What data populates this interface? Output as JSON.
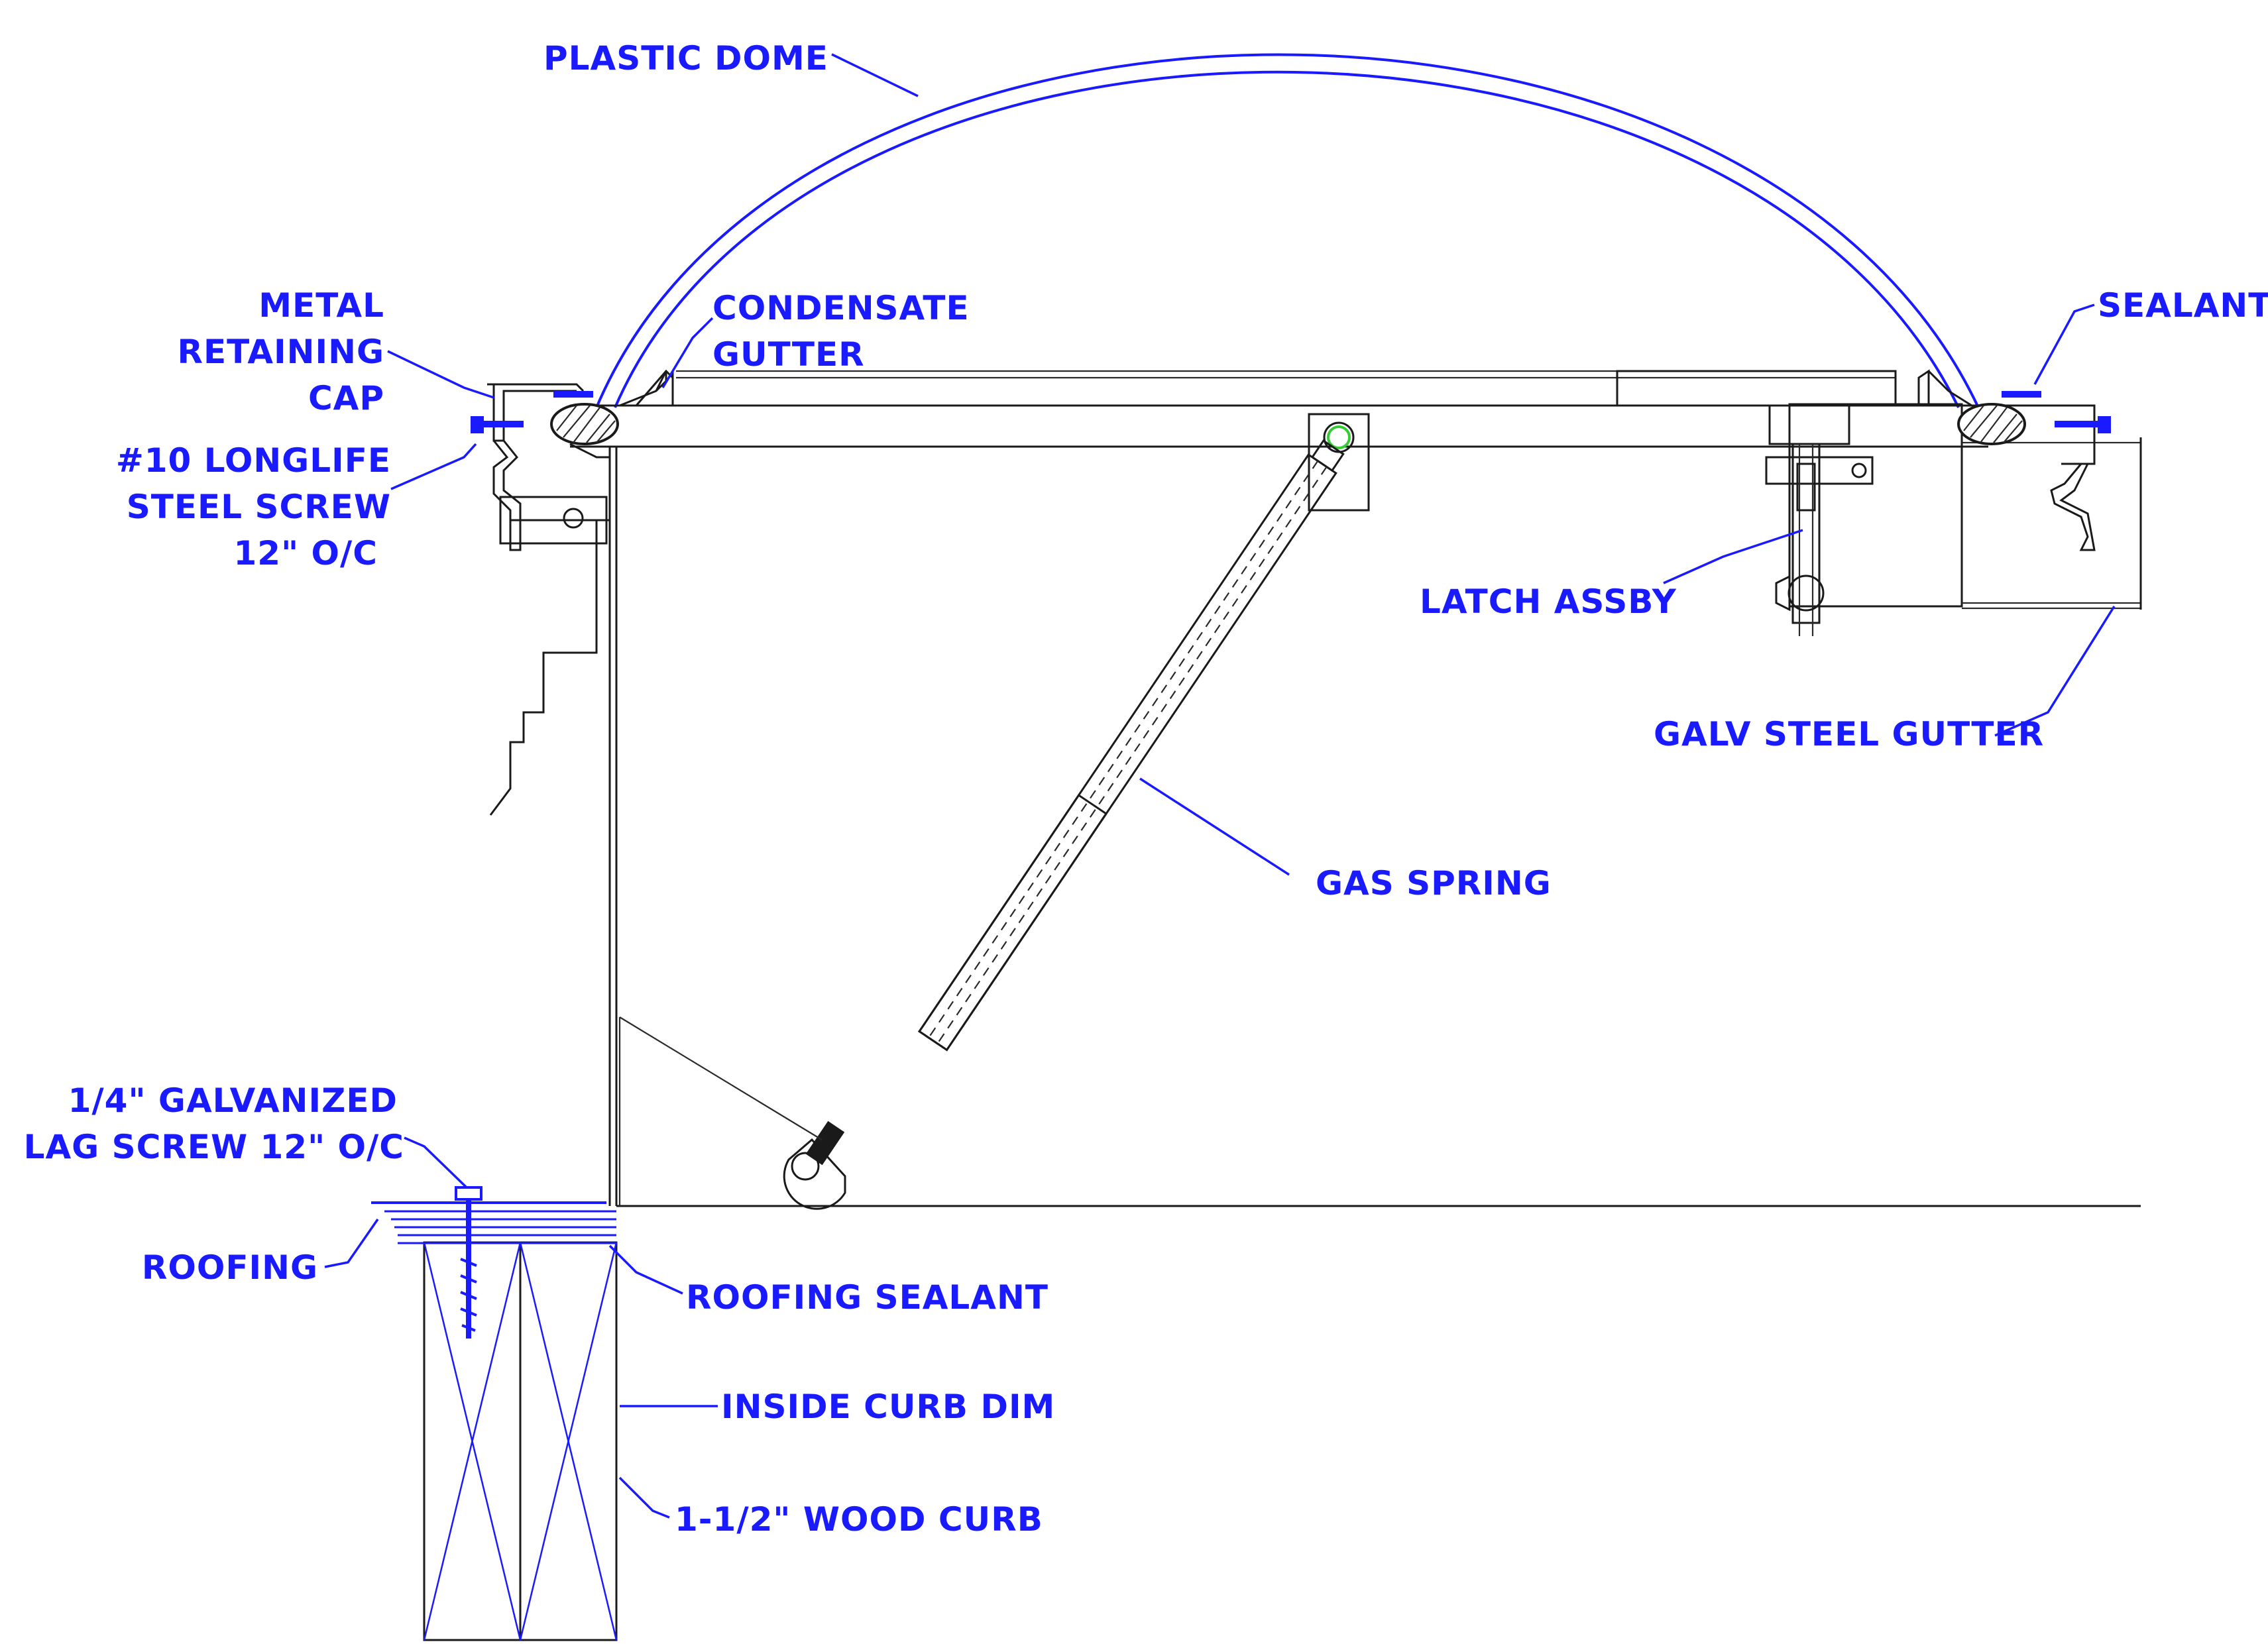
{
  "labels": {
    "plastic_dome": "PLASTIC DOME",
    "metal_retaining_cap_1": "METAL",
    "metal_retaining_cap_2": "RETAINING",
    "metal_retaining_cap_3": "CAP",
    "condensate_gutter_1": "CONDENSATE",
    "condensate_gutter_2": "GUTTER",
    "sealant": "SEALANT",
    "screw_1": "#10 LONGLIFE",
    "screw_2": "STEEL SCREW",
    "screw_3": "12\" O/C",
    "latch_assby": "LATCH ASSBY",
    "galv_steel_gutter": "GALV STEEL GUTTER",
    "gas_spring": "GAS SPRING",
    "lag_screw_1": "1/4\" GALVANIZED",
    "lag_screw_2": "LAG SCREW 12\" O/C",
    "roofing": "ROOFING",
    "roofing_sealant": "ROOFING SEALANT",
    "inside_curb_dim": "INSIDE CURB DIM",
    "wood_curb": "1-1/2\" WOOD CURB"
  },
  "colors": {
    "annotation": "#1a1aff",
    "linework": "#1a1a1a",
    "pivot_highlight": "#33cc33"
  }
}
